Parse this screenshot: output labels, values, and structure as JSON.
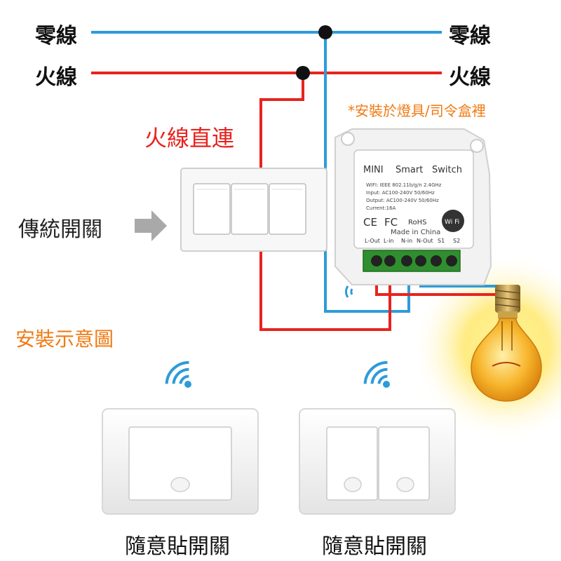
{
  "wires": {
    "neutral_left": "零線",
    "neutral_right": "零線",
    "live_left": "火線",
    "live_right": "火線",
    "neutral_color": "#2e9bd8",
    "live_color": "#e8231e"
  },
  "labels": {
    "live_direct": "火線直連",
    "traditional_switch": "傳統開關",
    "install_note": "*安裝於燈具/司令盒裡",
    "install_diagram": "安裝示意圖"
  },
  "module": {
    "title_1": "MINI",
    "title_2": "Smart",
    "title_3": "Switch",
    "spec_1": "WIFI: IEEE 802.11b/g/n 2.4GHz",
    "spec_2": "Input: AC100-240V 50/60Hz",
    "spec_3": "Output:  AC100-240V 50/60Hz",
    "spec_4": "Current:16A",
    "cert_ce": "CE",
    "cert_fc": "FC",
    "cert_rohs": "RoHS",
    "wifi_badge": "Wi Fi",
    "made_in": "Made in China",
    "terminals": [
      "L-Out",
      "L-in",
      "N-in",
      "N-Out",
      "S1",
      "S2"
    ]
  },
  "captions": {
    "remote_left": "隨意貼開關",
    "remote_right": "隨意貼開關"
  },
  "icons": [
    "arrow-right-icon",
    "wifi-signal-icon",
    "light-bulb-icon"
  ]
}
